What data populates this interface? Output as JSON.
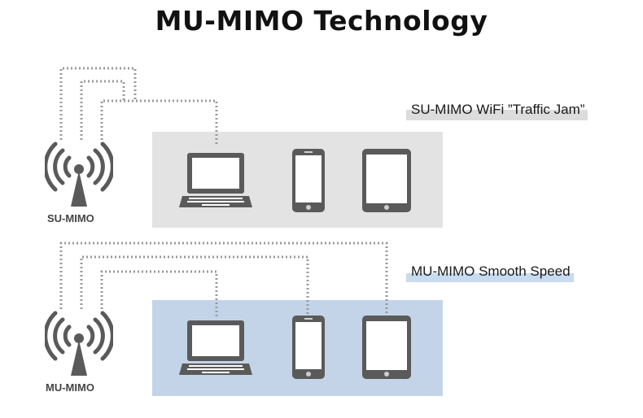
{
  "title": "MU-MIMO Technology",
  "sections": {
    "su": {
      "label": "SU-MIMO WiFi ”Traffic Jam”",
      "antenna_caption": "SU-MIMO",
      "panel_color": "#e3e3e3"
    },
    "mu": {
      "label": "MU-MIMO Smooth Speed",
      "antenna_caption": "MU-MIMO",
      "panel_color": "#c3d4e8"
    }
  },
  "icons": [
    "antenna-icon",
    "laptop-icon",
    "smartphone-icon",
    "tablet-icon"
  ]
}
